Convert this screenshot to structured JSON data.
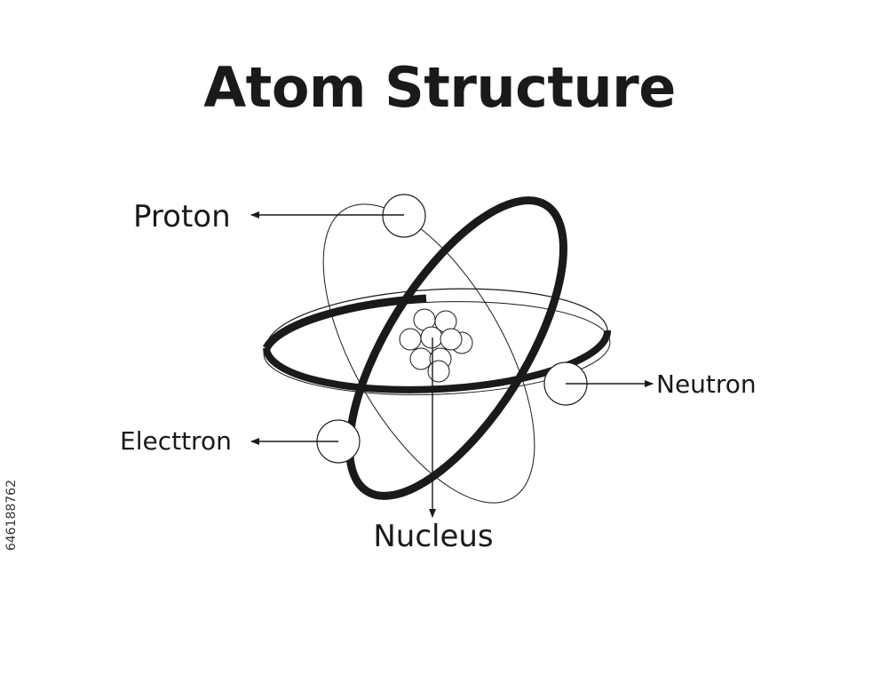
{
  "title": "Atom Structure",
  "labels": {
    "proton": "Proton",
    "neutron": "Neutron",
    "electron": "Electtron",
    "nucleus": "Nucleus"
  },
  "stock_id": "646188762",
  "colors": {
    "ink": "#1a1a1a",
    "background": "#ffffff"
  }
}
